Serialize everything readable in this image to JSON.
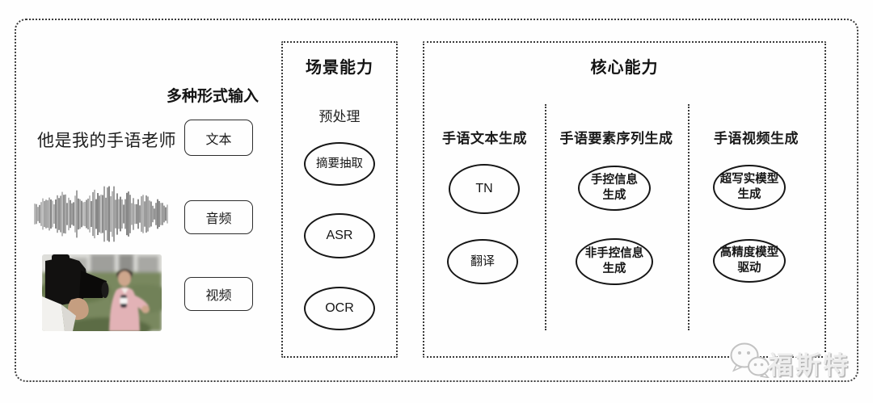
{
  "input_section": {
    "heading": "多种形式输入",
    "sample_text": "他是我的手语老师",
    "tags": [
      "文本",
      "音频",
      "视频"
    ]
  },
  "scene_box": {
    "title": "场景能力",
    "subtitle": "预处理",
    "nodes": [
      "摘要抽取",
      "ASR",
      "OCR"
    ]
  },
  "core_box": {
    "title": "核心能力",
    "columns": [
      {
        "header": "手语文本生成",
        "nodes": [
          "TN",
          "翻译"
        ]
      },
      {
        "header": "手语要素序列生成",
        "nodes": [
          "手控信息\n生成",
          "非手控信息\n生成"
        ]
      },
      {
        "header": "手语视频生成",
        "nodes": [
          "超写实模型\n生成",
          "高精度模型\n驱动"
        ]
      }
    ]
  },
  "watermark": {
    "text": "福斯特",
    "icon": "wechat-bubbles-icon"
  },
  "colors": {
    "background": "#fefefe",
    "dotted_outline": "#3a3a3a",
    "node_stroke": "#161616",
    "watermark_gray": "#c2c2c2"
  }
}
